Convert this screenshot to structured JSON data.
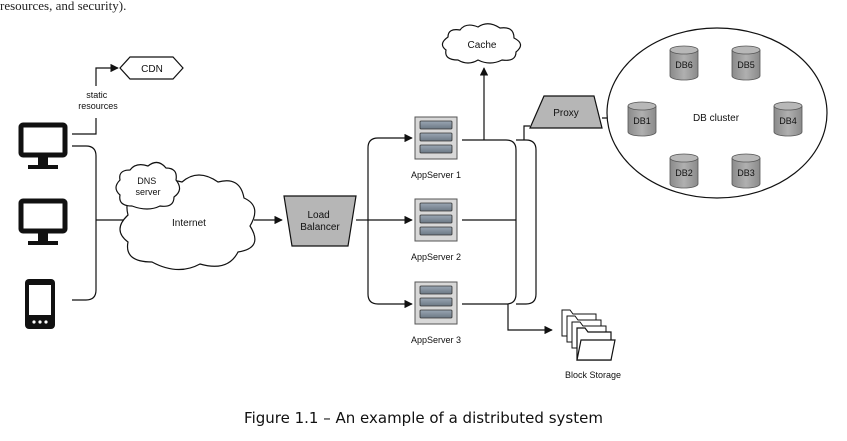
{
  "top_text": "resources, and security).",
  "caption": "Figure 1.1 – An example of a distributed system",
  "diagram": {
    "cdn": "CDN",
    "static_resources": [
      "static",
      "resources"
    ],
    "dns_server": [
      "DNS",
      "server"
    ],
    "internet": "Internet",
    "load_balancer": [
      "Load",
      "Balancer"
    ],
    "app_servers": [
      "AppServer 1",
      "AppServer 2",
      "AppServer 3"
    ],
    "cache": "Cache",
    "proxy": "Proxy",
    "db_cluster": "DB cluster",
    "databases": [
      "DB6",
      "DB5",
      "DB1",
      "DB4",
      "DB2",
      "DB3"
    ],
    "block_storage": "Block Storage",
    "clients": [
      "desktop-computer",
      "desktop-computer",
      "mobile-phone"
    ]
  }
}
